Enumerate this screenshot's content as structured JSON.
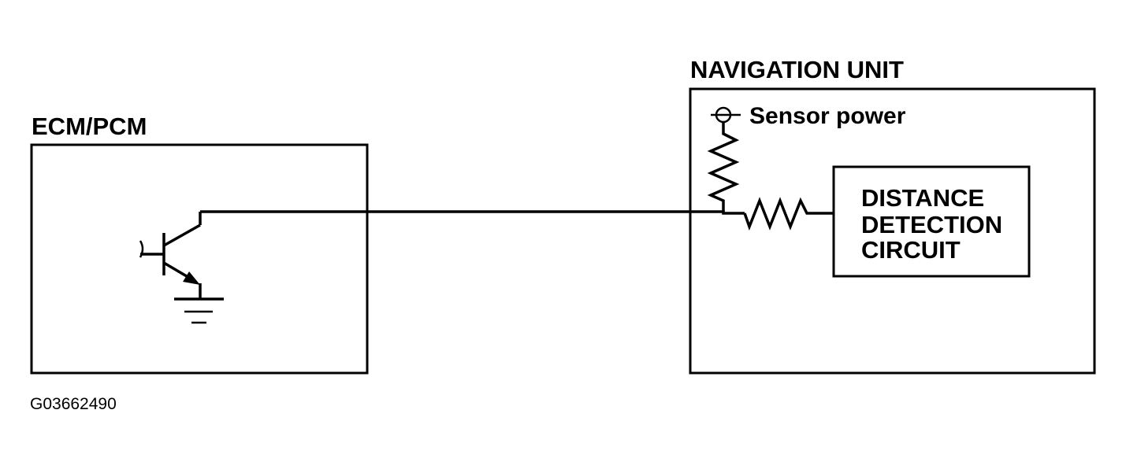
{
  "ecm": {
    "label": "ECM/PCM"
  },
  "navigation_unit": {
    "label": "NAVIGATION UNIT",
    "sensor_power_label": "Sensor power",
    "circuit_lines": [
      "DISTANCE",
      "DETECTION",
      "CIRCUIT"
    ]
  },
  "figure_code": "G03662490",
  "colors": {
    "ink": "#000000",
    "background": "#ffffff"
  }
}
